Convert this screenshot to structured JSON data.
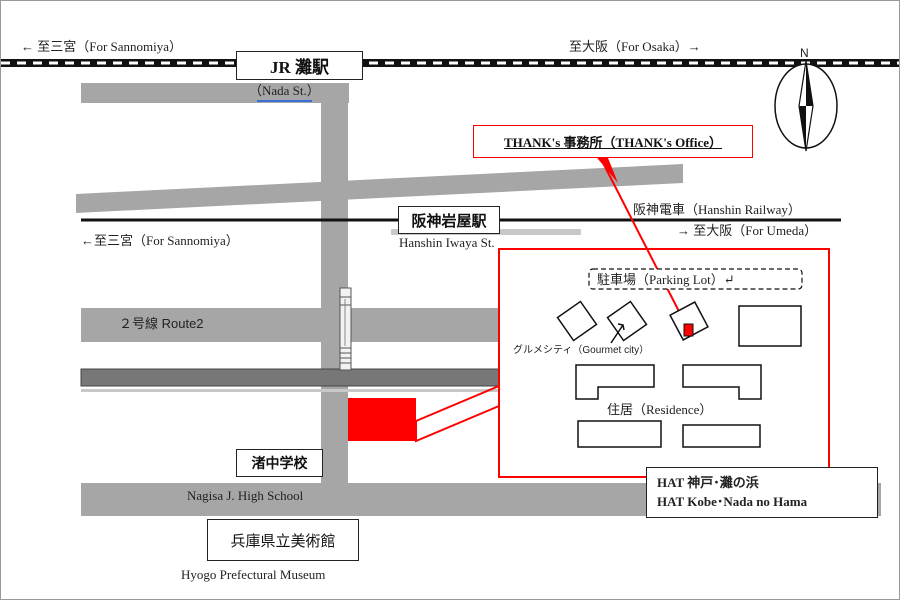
{
  "rail_jr": {
    "to_west": "← 至三宮（For Sannomiya）",
    "to_east": "至大阪（For Osaka）→",
    "station_name": "JR 灘駅",
    "station_en": "（Nada St.）"
  },
  "rail_hanshin": {
    "railway_label": "阪神電車（Hanshin Railway）",
    "to_west": "←至三宮（For Sannomiya）",
    "to_east": "→ 至大阪（For Umeda）",
    "station_name": "阪神岩屋駅",
    "station_en": "Hanshin Iwaya St."
  },
  "route2_label": "２号線 Route2",
  "office_label": "THANK's 事務所（THANK's Office）",
  "compass_label": "N",
  "inset": {
    "parking_label": "駐車場（Parking Lot）↵",
    "gourmet_label": "グルメシティ（Gourmet city）",
    "residence_label": "住居（Residence）",
    "area_label_line1": "HAT 神戸･灘の浜",
    "area_label_line2": "HAT Kobe･Nada no Hama"
  },
  "landmarks": {
    "school_jp": "渚中学校",
    "school_en": "Nagisa J. High School",
    "museum_jp": "兵庫県立美術館",
    "museum_en": "Hyogo Prefectural Museum"
  },
  "colors": {
    "road": "#a6a6a6",
    "highlight": "#ff0000",
    "rail": "#111111",
    "link_underline": "#3a6fd8"
  }
}
